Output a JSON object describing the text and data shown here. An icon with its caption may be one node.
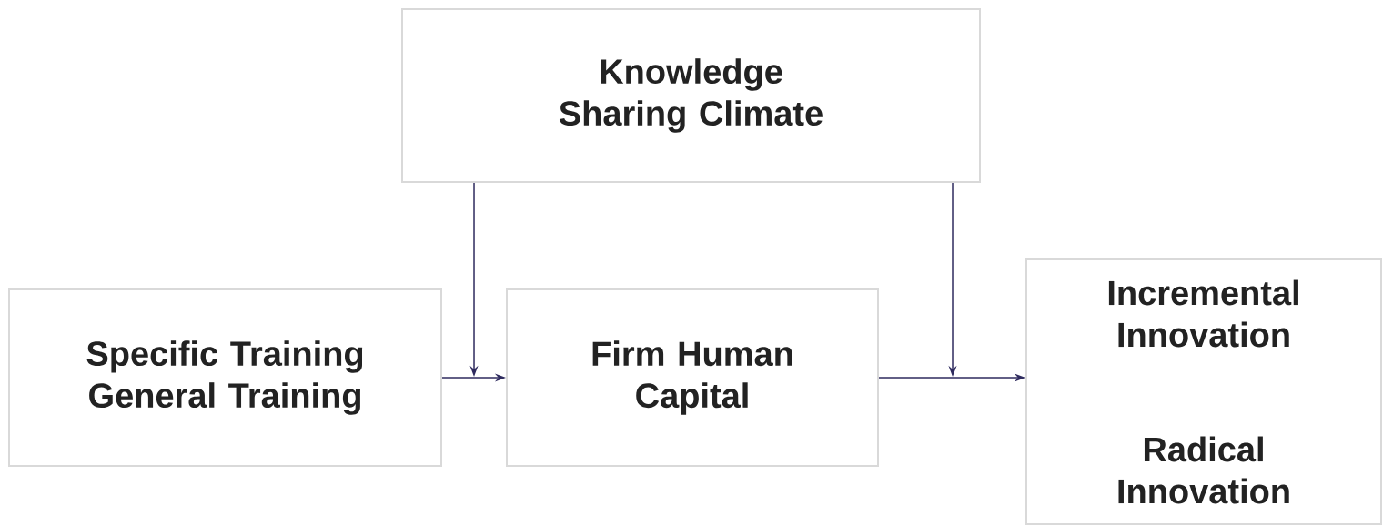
{
  "diagram": {
    "nodes": [
      {
        "text": [
          "Knowledge Sharing Climate"
        ]
      },
      {
        "text": [
          "Specific Training",
          "General Training"
        ]
      },
      {
        "text": [
          "Firm Human Capital"
        ]
      },
      {
        "text": [
          "Incremental Innovation",
          "Radical Innovation"
        ]
      }
    ],
    "edges": [
      {
        "from": 1,
        "to": 2,
        "arrow": "to"
      },
      {
        "from": 2,
        "to": 3,
        "arrow": "to"
      },
      {
        "from": 0,
        "to": null,
        "arrow": "to"
      },
      {
        "from": 0,
        "to": null,
        "arrow": "to"
      }
    ]
  }
}
